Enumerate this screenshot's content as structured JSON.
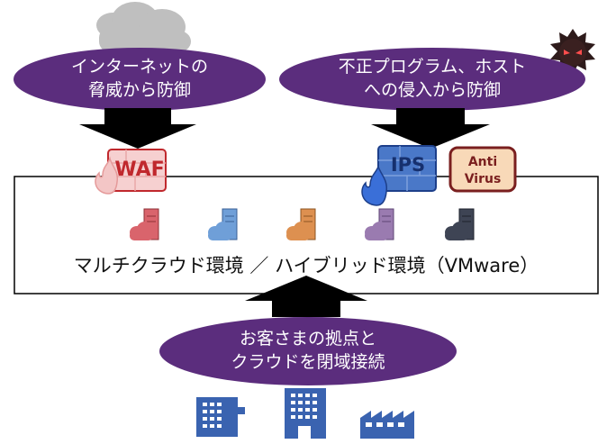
{
  "threats": {
    "internet_line1": "インターネットの",
    "internet_line2": "脅威から防御",
    "program_line1": "不正プログラム、ホスト",
    "program_line2": "への侵入から防御"
  },
  "security": {
    "waf_label": "WAF",
    "ips_label": "IPS",
    "antivirus_line1": "Anti",
    "antivirus_line2": "Virus"
  },
  "environment": {
    "label": "マルチクラウド環境 ／ ハイブリッド環境（VMware）"
  },
  "connection": {
    "line1": "お客さまの拠点と",
    "line2": "クラウドを閉域接続"
  },
  "colors": {
    "oval_purple": "#5b2d7d",
    "waf_red": "#c0282d",
    "ips_blue": "#4a78c8",
    "antivirus_bg": "#f8d9b8",
    "cloud_red": "#d9646c",
    "cloud_blue": "#6f9fd8",
    "cloud_orange": "#dd9050",
    "cloud_purple": "#9a7bb0",
    "cloud_dark": "#3e4454",
    "building_blue": "#3a63b0"
  },
  "icons": [
    "cloud-icon",
    "malware-bug-icon",
    "firewall-icon",
    "flame-icon",
    "cloud-server-icon",
    "office-building-icon",
    "factory-icon"
  ]
}
